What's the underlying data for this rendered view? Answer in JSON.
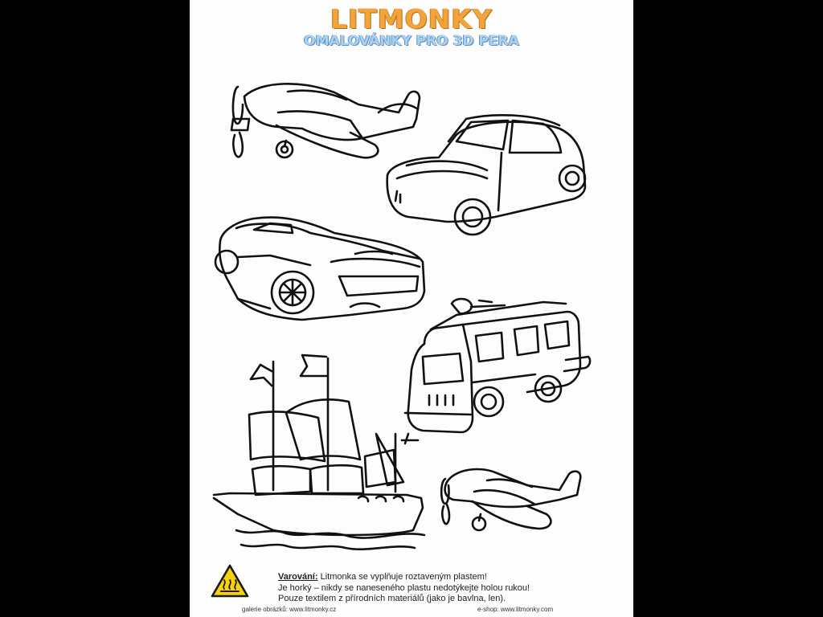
{
  "header": {
    "brand": "LITMONKY",
    "subtitle": "OMALOVÁNKY PRO 3D PERA"
  },
  "drawings": [
    "airplane",
    "beetle-car",
    "sports-car",
    "fire-truck",
    "sailing-ship",
    "airplane-small"
  ],
  "warning": {
    "icon": "hot-surface-icon",
    "label": "Varování:",
    "line1": "Litmonka se vyplňuje roztaveným plastem!",
    "line2": "Je horký – nikdy se naneseného plastu nedotýkejte holou rukou!",
    "line3": "Pouze textilem z přírodních materiálů (jako je bavlna, len)."
  },
  "footer": {
    "gallery": "galerie obrázků: www.litmonky.cz",
    "eshop": "e-shop: www.litmonky.com"
  },
  "colors": {
    "brand": "#f2a33a",
    "subtitle": "#a9d1f0",
    "warning_yellow": "#f5d20c"
  }
}
